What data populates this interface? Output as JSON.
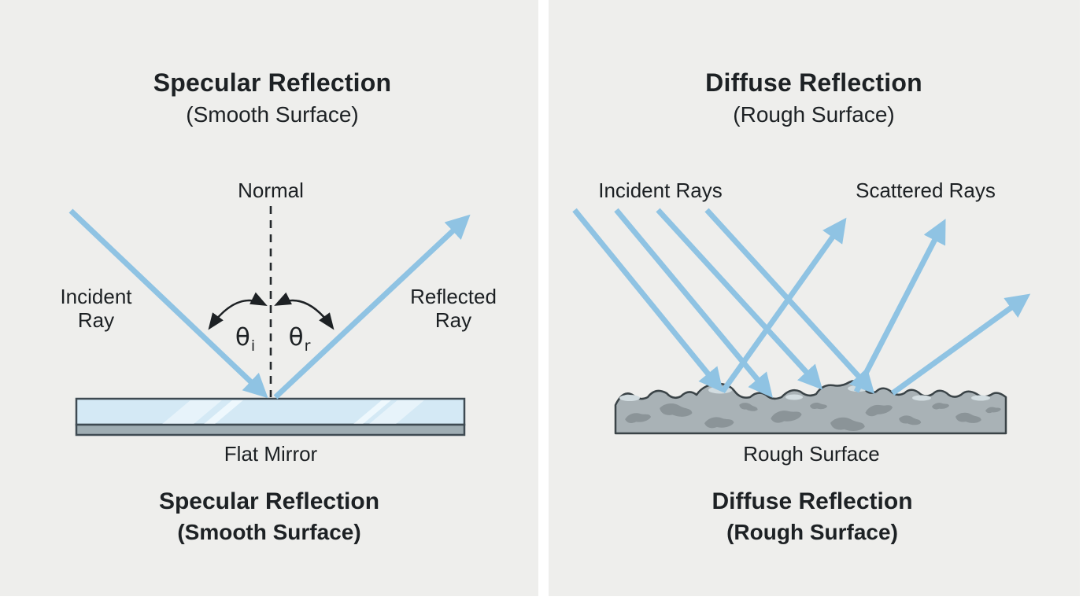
{
  "colors": {
    "background": "#eeeeec",
    "divider": "#ffffff",
    "ray_blue": "#8fc3e3",
    "ink": "#1d2124",
    "outline": "#3e4a52",
    "mirror_glass": "#d4e9f5",
    "mirror_glare": "#e7f3fa",
    "mirror_base": "#9fadb3",
    "rough_fill": "#a9b2b6",
    "rough_blob": "#8b9498",
    "rough_highlight": "#d2dce0"
  },
  "left_panel": {
    "title": "Specular Reflection",
    "subtitle": "(Smooth Surface)",
    "normal_label": "Normal",
    "incident_ray_label_line1": "Incident",
    "incident_ray_label_line2": "Ray",
    "reflected_ray_label_line1": "Reflected",
    "reflected_ray_label_line2": "Ray",
    "angle_incident": {
      "symbol": "θ",
      "sub": "i"
    },
    "angle_reflected": {
      "symbol": "θ",
      "sub": "r"
    },
    "surface_label": "Flat Mirror",
    "caption_title": "Specular Reflection",
    "caption_subtitle": "(Smooth Surface)"
  },
  "right_panel": {
    "title": "Diffuse Reflection",
    "subtitle": "(Rough Surface)",
    "incident_rays_label": "Incident Rays",
    "scattered_rays_label": "Scattered Rays",
    "surface_label": "Rough Surface",
    "caption_title": "Diffuse Reflection",
    "caption_subtitle": "(Rough Surface)"
  }
}
